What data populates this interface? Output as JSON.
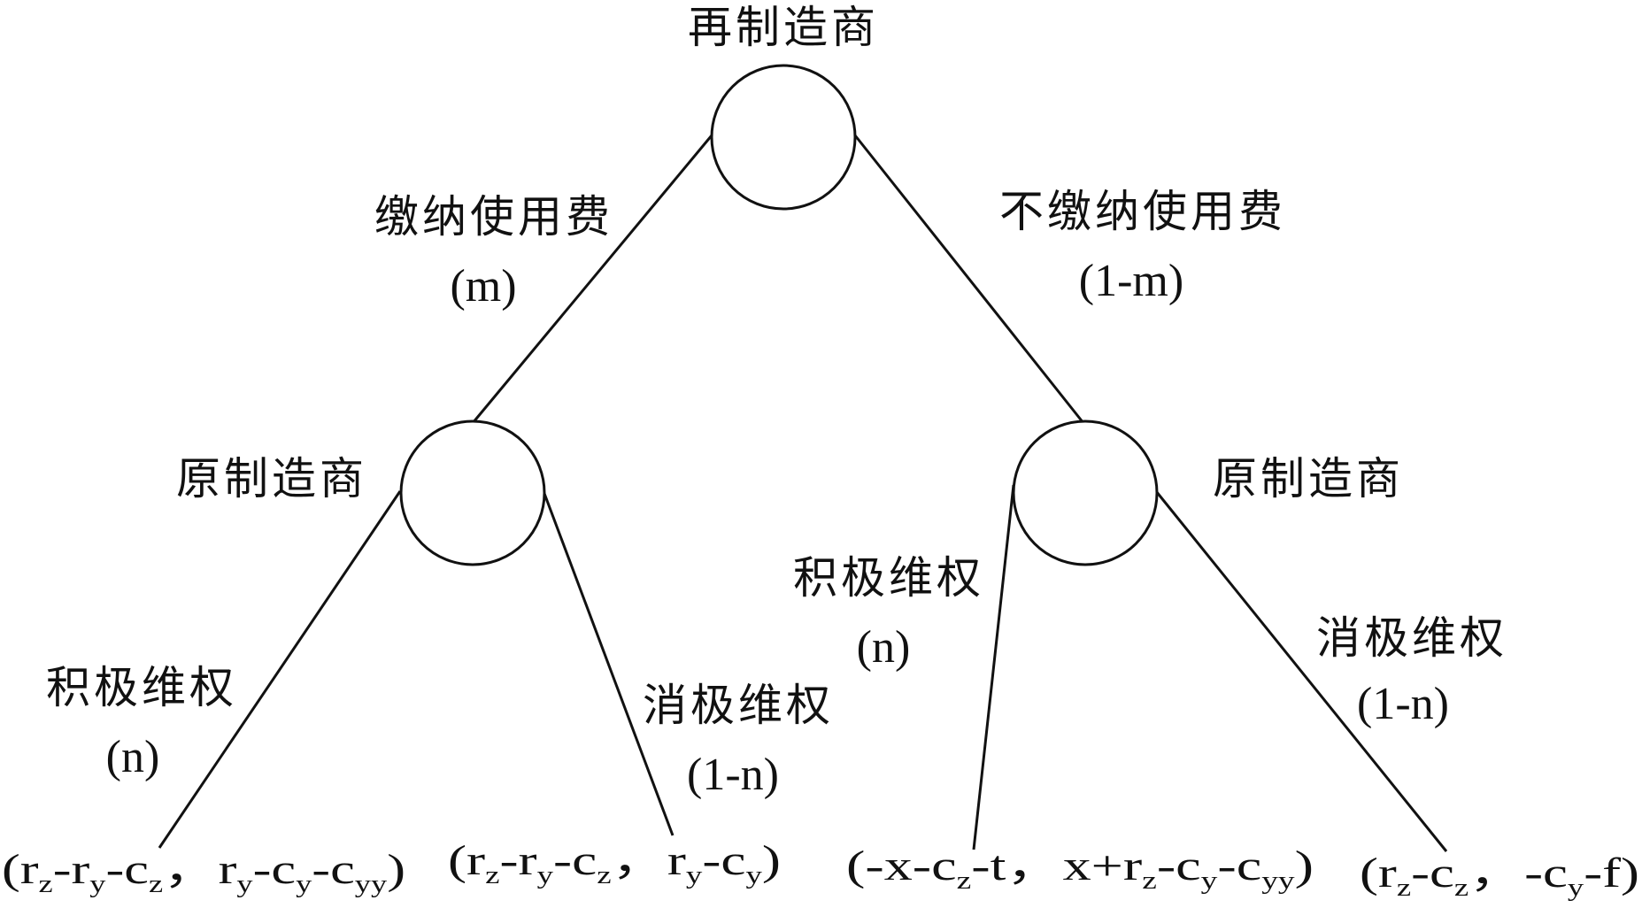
{
  "nodes": {
    "root": {
      "player": "再制造商"
    },
    "left": {
      "player": "原制造商"
    },
    "right": {
      "player": "原制造商"
    }
  },
  "branches": {
    "pay_fee": {
      "action": "缴纳使用费",
      "prob": "(m)"
    },
    "no_fee": {
      "action": "不缴纳使用费",
      "prob": "(1-m)"
    },
    "left_active": {
      "action": "积极维权",
      "prob": "(n)"
    },
    "left_passive": {
      "action": "消极维权",
      "prob": "(1-n)"
    },
    "right_active": {
      "action": "积极维权",
      "prob": "(n)"
    },
    "right_passive": {
      "action": "消极维权",
      "prob": "(1-n)"
    }
  },
  "payoffs": {
    "p1": {
      "open": "(",
      "a_r": "r",
      "a_r_sub": "z",
      "a_m1": "-r",
      "a_m1_sub": "y",
      "a_m2": "-c",
      "a_m2_sub": "z",
      "sep": "，",
      "b_r": "r",
      "b_r_sub": "y",
      "b_m1": "-c",
      "b_m1_sub": "y",
      "b_m2": "-c",
      "b_m2_sub": "yy",
      "close": ")"
    },
    "p2": {
      "open": "(",
      "a_r": "r",
      "a_r_sub": "z",
      "a_m1": "-r",
      "a_m1_sub": "y",
      "a_m2": "-c",
      "a_m2_sub": "z",
      "sep": "，",
      "b_r": "r",
      "b_r_sub": "y",
      "b_m1": "-c",
      "b_m1_sub": "y",
      "close": ")"
    },
    "p3": {
      "open": "(",
      "a_x": "-x",
      "a_m1": "-c",
      "a_m1_sub": "z",
      "a_t": "-t",
      "sep": "，",
      "b_x": "x",
      "b_r": "+r",
      "b_r_sub": "z",
      "b_m1": "-c",
      "b_m1_sub": "y",
      "b_m2": "-c",
      "b_m2_sub": "yy",
      "close": ")"
    },
    "p4": {
      "open": "(",
      "a_r": "r",
      "a_r_sub": "z",
      "a_m1": "-c",
      "a_m1_sub": "z",
      "sep": "，",
      "b_m1": "-c",
      "b_m1_sub": "y",
      "b_f": "-f",
      "close": ")"
    }
  }
}
